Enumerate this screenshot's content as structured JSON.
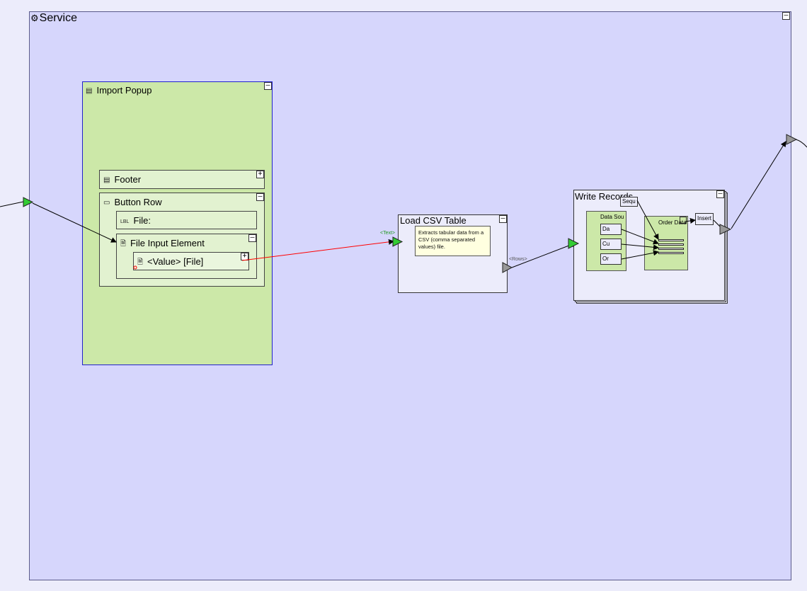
{
  "service": {
    "title": "Service"
  },
  "import_popup": {
    "title": "Import Popup",
    "footer": {
      "label": "Footer"
    },
    "button_row": {
      "label": "Button Row",
      "file_label": "File:",
      "file_input": {
        "label": "File Input Element",
        "value_label": "<Value> [File]"
      }
    }
  },
  "load_csv": {
    "title": "Load CSV Table",
    "description": "Extracts tabular data from a CSV (comma separated values) file.",
    "input_port": "<Text>",
    "output_port": "<Rows>"
  },
  "write_records": {
    "title": "Write Records",
    "data_source": {
      "label": "Data Sou",
      "fields": [
        "Da",
        "Cu",
        "Or"
      ]
    },
    "sequence": "Sequ",
    "order_data": "Order Data",
    "insert": "Insert"
  },
  "icons": {
    "service": "gear-icon",
    "popup": "window-icon",
    "footer": "window-icon",
    "button_row": "row-icon",
    "label": "label-icon",
    "file_input": "document-icon"
  },
  "colors": {
    "canvas": "#ececfb",
    "service_fill": "#d6d6fc",
    "component_fill": "#cce8a8",
    "input_port": "#33cc33",
    "output_port": "#999999",
    "error_link": "#ff0000",
    "note_fill": "#ffffe0"
  }
}
